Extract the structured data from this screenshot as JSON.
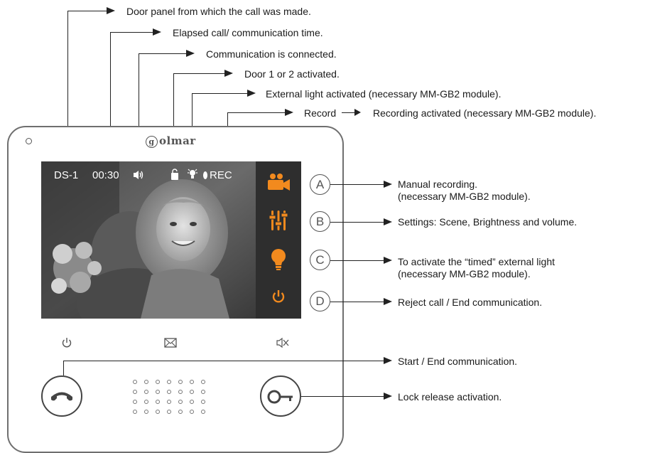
{
  "top_labels": {
    "door_panel": "Door panel from which the call was made.",
    "elapsed": "Elapsed call/ communication time.",
    "connected": "Communication is connected.",
    "door": "Door 1 or 2 activated.",
    "light": "External light activated (necessary MM-GB2 module).",
    "record_word": "Record",
    "recording": "Recording activated (necessary MM-GB2 module)."
  },
  "brand": "olmar",
  "screen_osd": {
    "panel": "DS-1",
    "time": "00:30",
    "rec": "REC"
  },
  "side_buttons": [
    {
      "letter": "A",
      "line1": "Manual recording.",
      "line2": "(necessary MM-GB2 module)."
    },
    {
      "letter": "B",
      "line1": "Settings: Scene, Brightness and volume.",
      "line2": ""
    },
    {
      "letter": "C",
      "line1": "To activate the “timed” external light",
      "line2": "(necessary MM-GB2 module)."
    },
    {
      "letter": "D",
      "line1": "Reject call / End communication.",
      "line2": ""
    }
  ],
  "bottom_labels": {
    "start": "Start / End communication.",
    "lock": "Lock release activation."
  },
  "icons": [
    "power-icon",
    "envelope-icon",
    "mute-icon",
    "handset-icon",
    "key-icon",
    "camera-icon",
    "settings-icon",
    "bulb-icon",
    "speaker-icon",
    "door-icon",
    "light-icon",
    "rec-dot-icon"
  ],
  "colors": {
    "accent": "#f28a1e",
    "line": "#222222",
    "device_border": "#6f6f6f"
  }
}
